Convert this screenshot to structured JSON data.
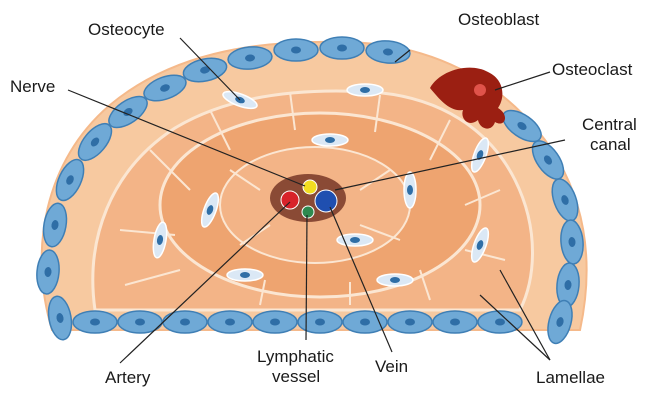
{
  "diagram": {
    "labels": {
      "osteocyte": "Osteocyte",
      "osteoblast": "Osteoblast",
      "osteoclast": "Osteoclast",
      "nerve": "Nerve",
      "central_canal_line1": "Central",
      "central_canal_line2": "canal",
      "artery": "Artery",
      "lymphatic_line1": "Lymphatic",
      "lymphatic_line2": "vessel",
      "vein": "Vein",
      "lamellae": "Lamellae"
    },
    "colors": {
      "periosteum_cell": "#6fa9d6",
      "periosteum_cell_edge": "#3f7fb5",
      "cell_nucleus": "#2f6ea6",
      "outer_bone": "#f7c9a0",
      "middle_bone": "#f3b487",
      "inner_bone": "#eea470",
      "canal": "#8a4a35",
      "osteoclast": "#9b1f12",
      "artery": "#d8232a",
      "vein": "#1f4fb0",
      "nerve": "#f2dd20",
      "lymphatic": "#2e8a4f",
      "leader_line": "#222222"
    }
  }
}
